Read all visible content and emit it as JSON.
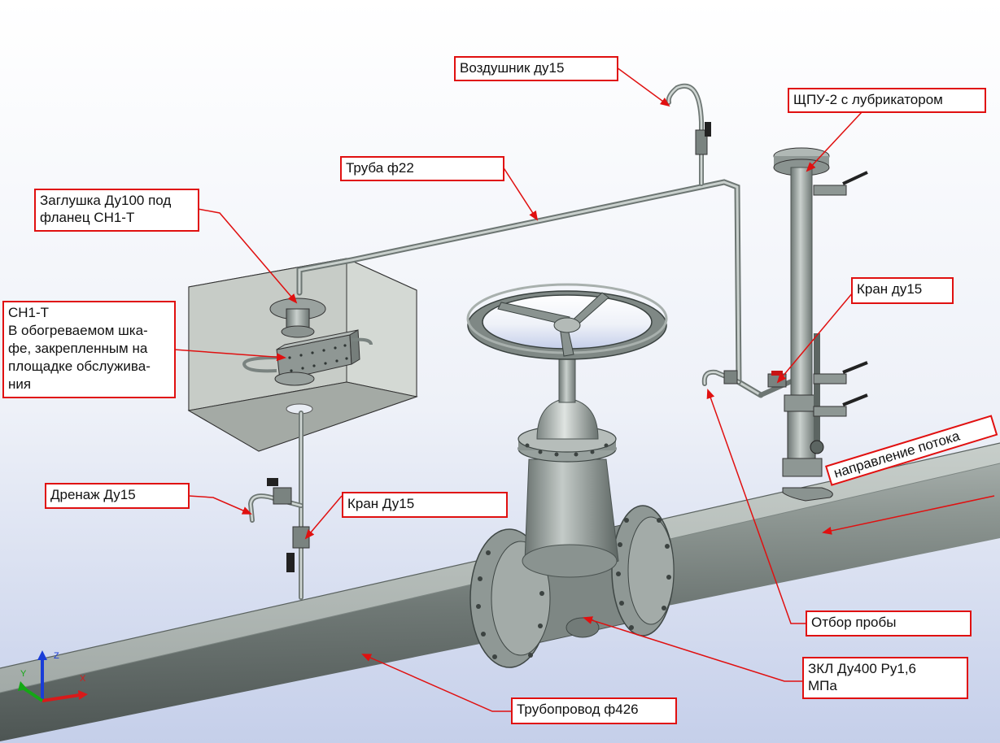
{
  "labels": {
    "vozdushnik": "Воздушник ду15",
    "schpu": "ЩПУ-2 с лубрикатором",
    "truba": "Труба ф22",
    "zaglushka_1": "Заглушка Ду100 под",
    "zaglushka_2": "фланец СН1-Т",
    "sn1t_1": "СН1-Т",
    "sn1t_2": "В обогреваемом шка-",
    "sn1t_3": "фе, закрепленным на",
    "sn1t_4": "площадке обслужива-",
    "sn1t_5": "ния",
    "kran_du15_right": "Кран ду15",
    "drenazh": "Дренаж Ду15",
    "kran_du15_left": "Кран Ду15",
    "flow": "направление потока",
    "otbor": "Отбор пробы",
    "zkl_1": "ЗКЛ Ду400 Ру1,6",
    "zkl_2": "МПа",
    "truboprovod": "Трубопровод ф426"
  },
  "axes": {
    "x": "X",
    "y": "Y",
    "z": "Z"
  },
  "colors": {
    "callout": "#e01010",
    "pipe": "#9fa8a4",
    "pipe_dark": "#5f6966",
    "cabinet": "#c3c8c3",
    "background_top": "#ffffff",
    "background_bottom": "#c8d2ec"
  }
}
